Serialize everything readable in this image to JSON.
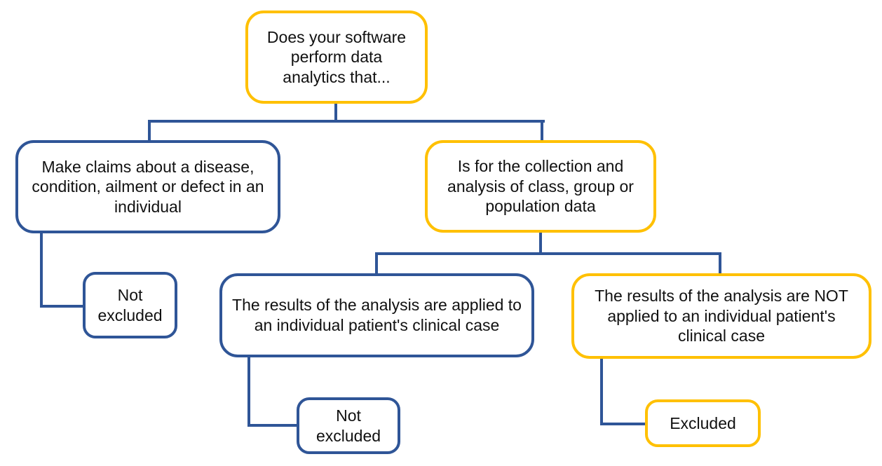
{
  "diagram": {
    "description": "Decision tree flowchart about software data analytics exclusion",
    "colors": {
      "blue": "#2F5597",
      "gold": "#FFC000",
      "text": "#111111",
      "background": "#ffffff"
    },
    "nodes": {
      "root": {
        "label": "Does your software perform data analytics that...",
        "accent": "gold"
      },
      "claims": {
        "label": "Make claims about a disease, condition, ailment or defect in an individual",
        "accent": "blue"
      },
      "population": {
        "label": "Is for the collection and analysis of class, group or population data",
        "accent": "gold"
      },
      "not_excluded_1": {
        "label": "Not excluded",
        "accent": "blue"
      },
      "applied": {
        "label": "The results of the analysis are applied to an individual patient's clinical case",
        "accent": "blue"
      },
      "not_applied": {
        "label": "The results of the analysis are NOT applied to an individual patient's clinical case",
        "accent": "gold"
      },
      "not_excluded_2": {
        "label": "Not excluded",
        "accent": "blue"
      },
      "excluded": {
        "label": "Excluded",
        "accent": "gold"
      }
    },
    "edges": [
      {
        "from": "root",
        "to": "claims"
      },
      {
        "from": "root",
        "to": "population"
      },
      {
        "from": "claims",
        "to": "not_excluded_1"
      },
      {
        "from": "population",
        "to": "applied"
      },
      {
        "from": "population",
        "to": "not_applied"
      },
      {
        "from": "applied",
        "to": "not_excluded_2"
      },
      {
        "from": "not_applied",
        "to": "excluded"
      }
    ]
  }
}
